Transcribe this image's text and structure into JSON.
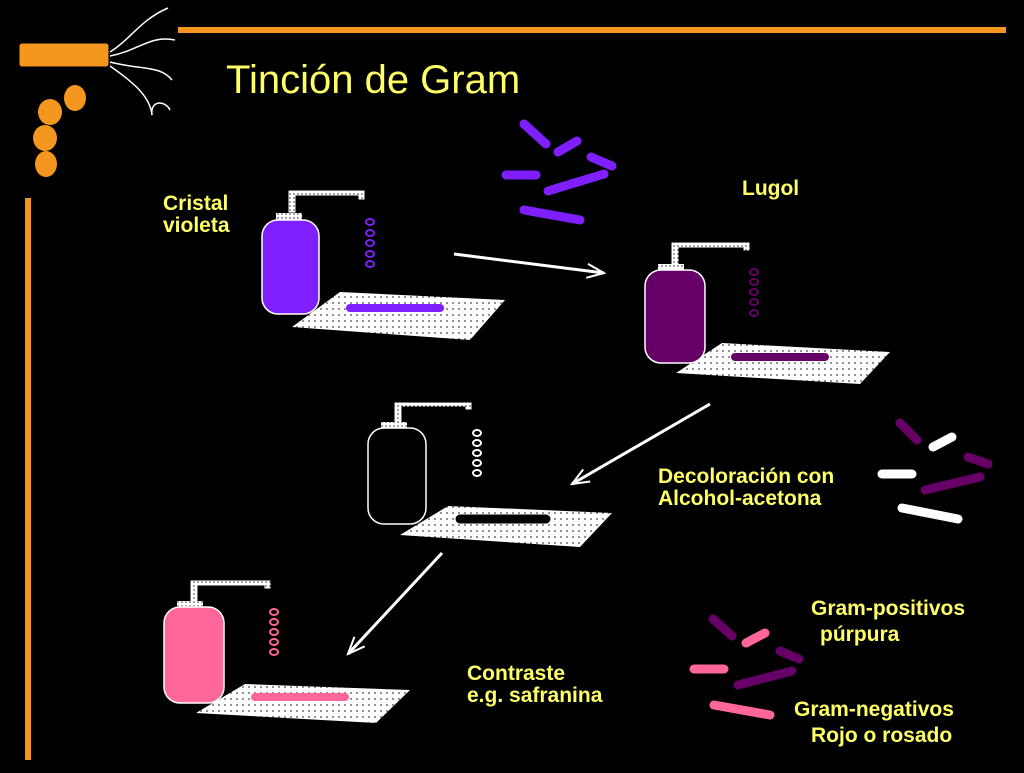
{
  "title": "Tinción de Gram",
  "colors": {
    "background": "#000000",
    "text": "#ffff66",
    "accent": "#f5961e",
    "crystal_violet": "#7f1fff",
    "lugol": "#660066",
    "decolorized": "#000000",
    "safranin": "#ff6699"
  },
  "steps": [
    {
      "label_line1": "Cristal",
      "label_line2": "violeta"
    },
    {
      "label_line1": "Lugol"
    },
    {
      "label_line1": "Decoloración con",
      "label_line2": "Alcohol-acetona"
    },
    {
      "label_line1": "Contraste",
      "label_line2": "e.g. safranina"
    }
  ],
  "legend": {
    "gram_positive_line1": "Gram-positivos",
    "gram_positive_line2": "púrpura",
    "gram_negative_line1": "Gram-negativos",
    "gram_negative_line2": "Rojo o rosado"
  }
}
